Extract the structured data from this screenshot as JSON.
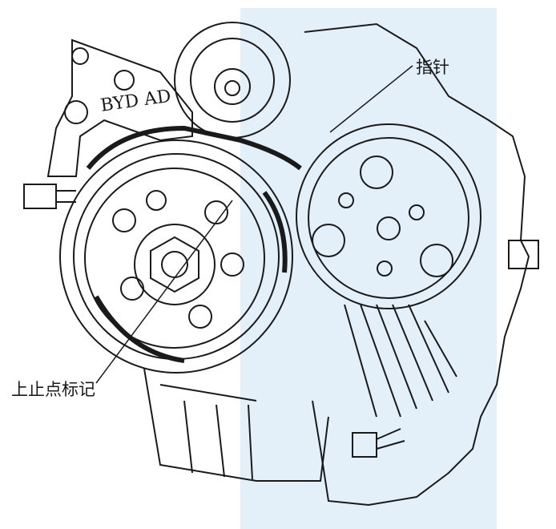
{
  "diagram": {
    "labels": {
      "pointer": "指针",
      "tdc_mark": "上止点标记",
      "engine_brand": "BYD AD"
    },
    "colors": {
      "line": "#1a1a1a",
      "watermark": "#dcebf7",
      "background": "#ffffff"
    }
  }
}
